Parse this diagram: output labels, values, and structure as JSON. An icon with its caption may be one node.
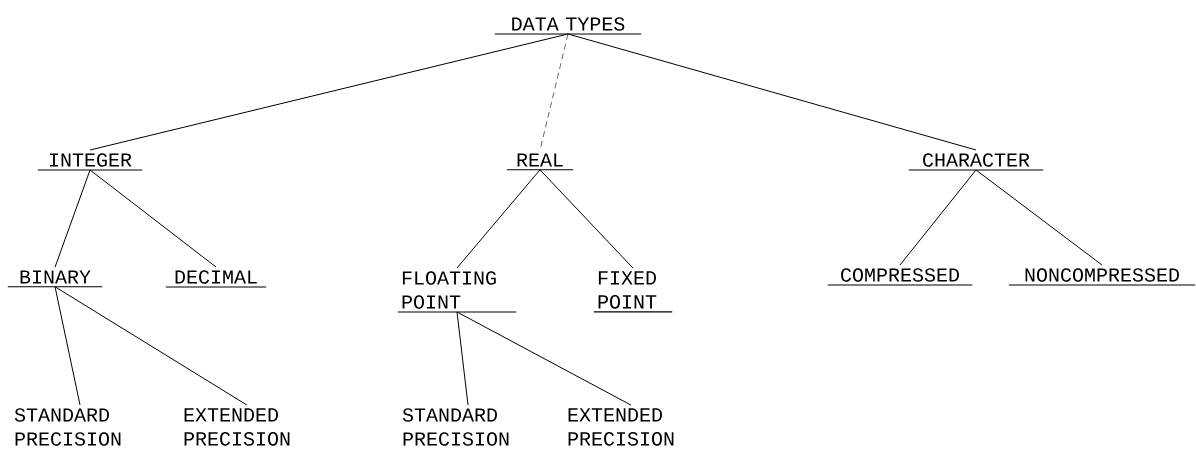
{
  "diagram": {
    "nodes": [
      {
        "text": [
          "DATA TYPES"
        ]
      },
      {
        "text": [
          "INTEGER"
        ]
      },
      {
        "text": [
          "REAL"
        ]
      },
      {
        "text": [
          "CHARACTER"
        ]
      },
      {
        "text": [
          "BINARY"
        ]
      },
      {
        "text": [
          "DECIMAL"
        ]
      },
      {
        "text": [
          "FLOATING POINT"
        ]
      },
      {
        "text": [
          "FIXED POINT"
        ]
      },
      {
        "text": [
          "COMPRESSED"
        ]
      },
      {
        "text": [
          "NONCOMPRESSED"
        ]
      },
      {
        "text": [
          "STANDARD PRECISION"
        ]
      },
      {
        "text": [
          "EXTENDED PRECISION"
        ]
      },
      {
        "text": [
          "STANDARD PRECISION"
        ]
      },
      {
        "text": [
          "EXTENDED PRECISION"
        ]
      }
    ],
    "edges": [
      {
        "from": 0,
        "to": 1,
        "arrow": "none"
      },
      {
        "from": 0,
        "to": 2,
        "arrow": "none",
        "style": "dashed"
      },
      {
        "from": 0,
        "to": 3,
        "arrow": "none"
      },
      {
        "from": 1,
        "to": 4,
        "arrow": "none"
      },
      {
        "from": 1,
        "to": 5,
        "arrow": "none"
      },
      {
        "from": 2,
        "to": 6,
        "arrow": "none"
      },
      {
        "from": 2,
        "to": 7,
        "arrow": "none"
      },
      {
        "from": 3,
        "to": 8,
        "arrow": "none"
      },
      {
        "from": 3,
        "to": 9,
        "arrow": "none"
      },
      {
        "from": 4,
        "to": 10,
        "arrow": "none"
      },
      {
        "from": 4,
        "to": 11,
        "arrow": "none"
      },
      {
        "from": 6,
        "to": 12,
        "arrow": "none"
      },
      {
        "from": 6,
        "to": 13,
        "arrow": "none"
      }
    ]
  }
}
